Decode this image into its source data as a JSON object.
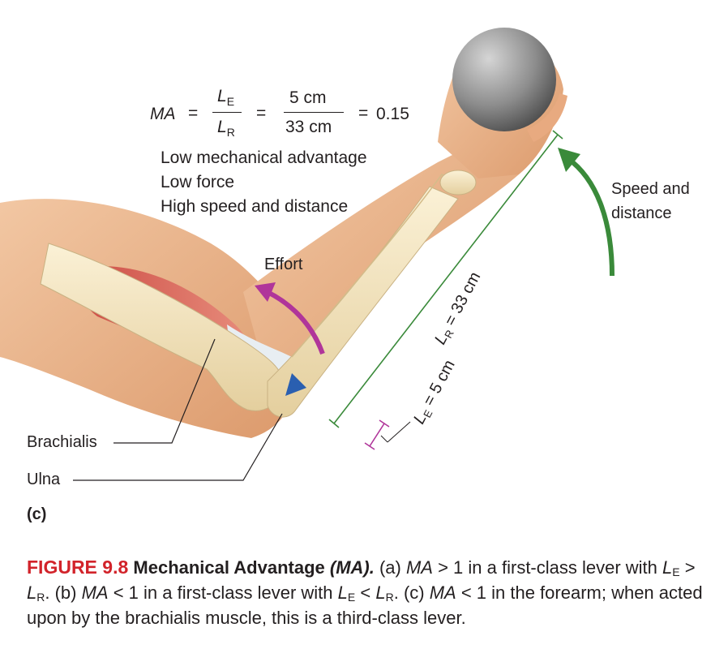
{
  "formula": {
    "lhs": "MA",
    "eq1": "=",
    "num_sym": "L",
    "num_sub": "E",
    "den_sym": "L",
    "den_sub": "R",
    "eq2": "=",
    "num_val": "5 cm",
    "den_val": "33 cm",
    "eq3": "=",
    "result": "0.15"
  },
  "notes": [
    "Low mechanical advantage",
    "Low force",
    "High speed and distance"
  ],
  "labels": {
    "effort": "Effort",
    "speed_line1": "Speed and",
    "speed_line2": "distance",
    "lr_sym": "L",
    "lr_sub": "R",
    "lr_val": "= 33 cm",
    "le_sym": "L",
    "le_sub": "E",
    "le_val": "= 5 cm",
    "brachialis": "Brachialis",
    "ulna": "Ulna",
    "panel": "(c)"
  },
  "colors": {
    "effort_arrow": "#b0359a",
    "speed_arrow": "#3a8a3a",
    "lr_line": "#3a8a3a",
    "le_line": "#b0359a",
    "fulcrum": "#2a5fb0",
    "figure_number": "#d2232a"
  },
  "caption": {
    "number": "FIGURE 9.8",
    "title": "Mechanical Advantage ",
    "title_abbr": "(MA).",
    "a_open": "(a) ",
    "a_ma": "MA",
    "a_rel": " > 1 in a first-class lever with ",
    "a_l1": "L",
    "a_s1": "E",
    "a_gt": " > ",
    "a_l2": "L",
    "a_s2": "R",
    "a_end": ". ",
    "b_open": "(b) ",
    "b_ma": "MA",
    "b_rel": " < 1 in a first-class lever with ",
    "b_l1": "L",
    "b_s1": "E",
    "b_lt": " < ",
    "b_l2": "L",
    "b_s2": "R",
    "b_end": ". ",
    "c_open": "(c) ",
    "c_ma": "MA",
    "c_rest": " < 1 in the forearm; when acted upon by the brachialis muscle, this is a third-class lever."
  }
}
